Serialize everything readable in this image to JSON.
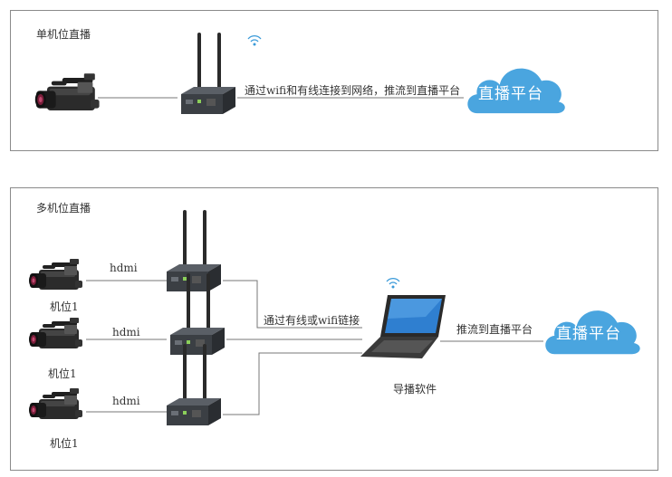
{
  "single": {
    "title": "单机位直播",
    "link_text": "通过wifi和有线连接到网络，推流到直播平台",
    "cloud_label": "直播平台"
  },
  "multi": {
    "title": "多机位直播",
    "cameras": [
      {
        "label": "机位1",
        "cable": "hdmi"
      },
      {
        "label": "机位1",
        "cable": "hdmi"
      },
      {
        "label": "机位1",
        "cable": "hdmi"
      }
    ],
    "link_text": "通过有线或wifi链接",
    "laptop_label": "导播软件",
    "push_text": "推流到直播平台",
    "cloud_label": "直播平台"
  },
  "colors": {
    "border": "#8a8a8a",
    "line": "#777777",
    "cloud": "#4aa5df",
    "wifi": "#3a9ad9",
    "device": "#3b3f44"
  }
}
